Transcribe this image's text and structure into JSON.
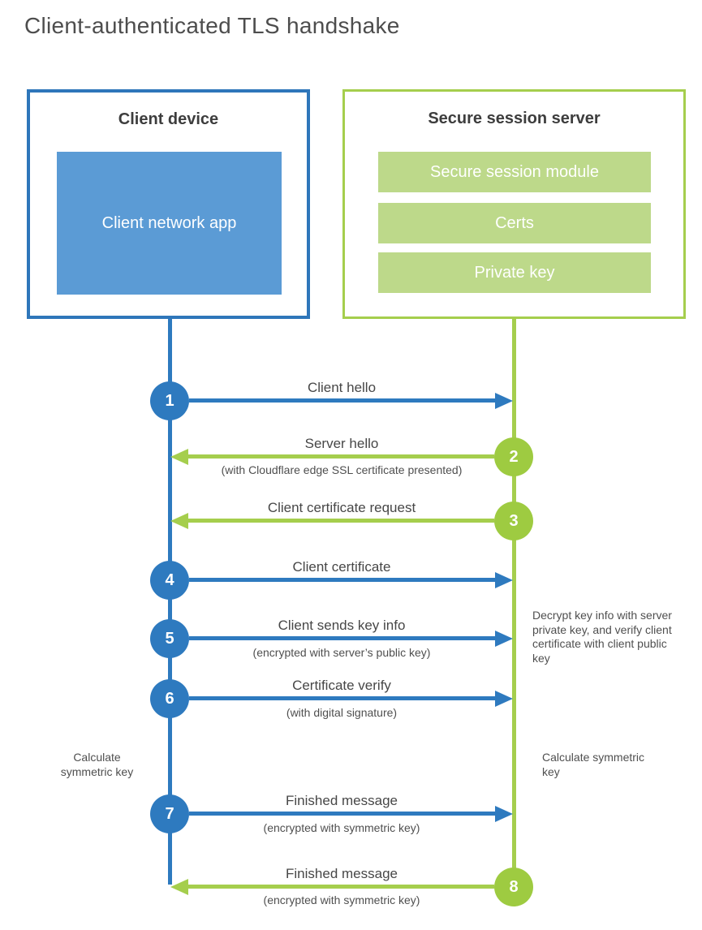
{
  "title": "Client-authenticated TLS handshake",
  "colors": {
    "client_accent": "#2e7abf",
    "client_fill": "#5b9bd5",
    "server_accent": "#a5ce4d",
    "server_circle_fill": "#9ecb41",
    "server_bar_fill": "#bdd98a",
    "text_dark": "#3d3d3d",
    "text_label": "#474747"
  },
  "client_box": {
    "title": "Client device",
    "app_label": "Client network app"
  },
  "server_box": {
    "title": "Secure session server",
    "modules": [
      "Secure session module",
      "Certs",
      "Private key"
    ]
  },
  "steps": [
    {
      "num": "1",
      "from": "client",
      "direction": "right",
      "label": "Client hello",
      "sublabel": ""
    },
    {
      "num": "2",
      "from": "server",
      "direction": "left",
      "label": "Server hello",
      "sublabel": "(with Cloudflare edge SSL certificate presented)"
    },
    {
      "num": "3",
      "from": "server",
      "direction": "left",
      "label": "Client certificate request",
      "sublabel": ""
    },
    {
      "num": "4",
      "from": "client",
      "direction": "right",
      "label": "Client certificate",
      "sublabel": ""
    },
    {
      "num": "5",
      "from": "client",
      "direction": "right",
      "label": "Client sends key info",
      "sublabel": "(encrypted with server’s public key)"
    },
    {
      "num": "6",
      "from": "client",
      "direction": "right",
      "label": "Certificate verify",
      "sublabel": "(with digital signature)"
    },
    {
      "num": "7",
      "from": "client",
      "direction": "right",
      "label": "Finished message",
      "sublabel": "(encrypted with symmetric key)"
    },
    {
      "num": "8",
      "from": "server",
      "direction": "left",
      "label": "Finished message",
      "sublabel": "(encrypted with symmetric key)"
    }
  ],
  "annotations": {
    "decrypt_note": "Decrypt key info with server private key, and verify client certificate with client public key",
    "calculate_left": "Calculate symmetric key",
    "calculate_right": "Calculate symmetric key"
  }
}
